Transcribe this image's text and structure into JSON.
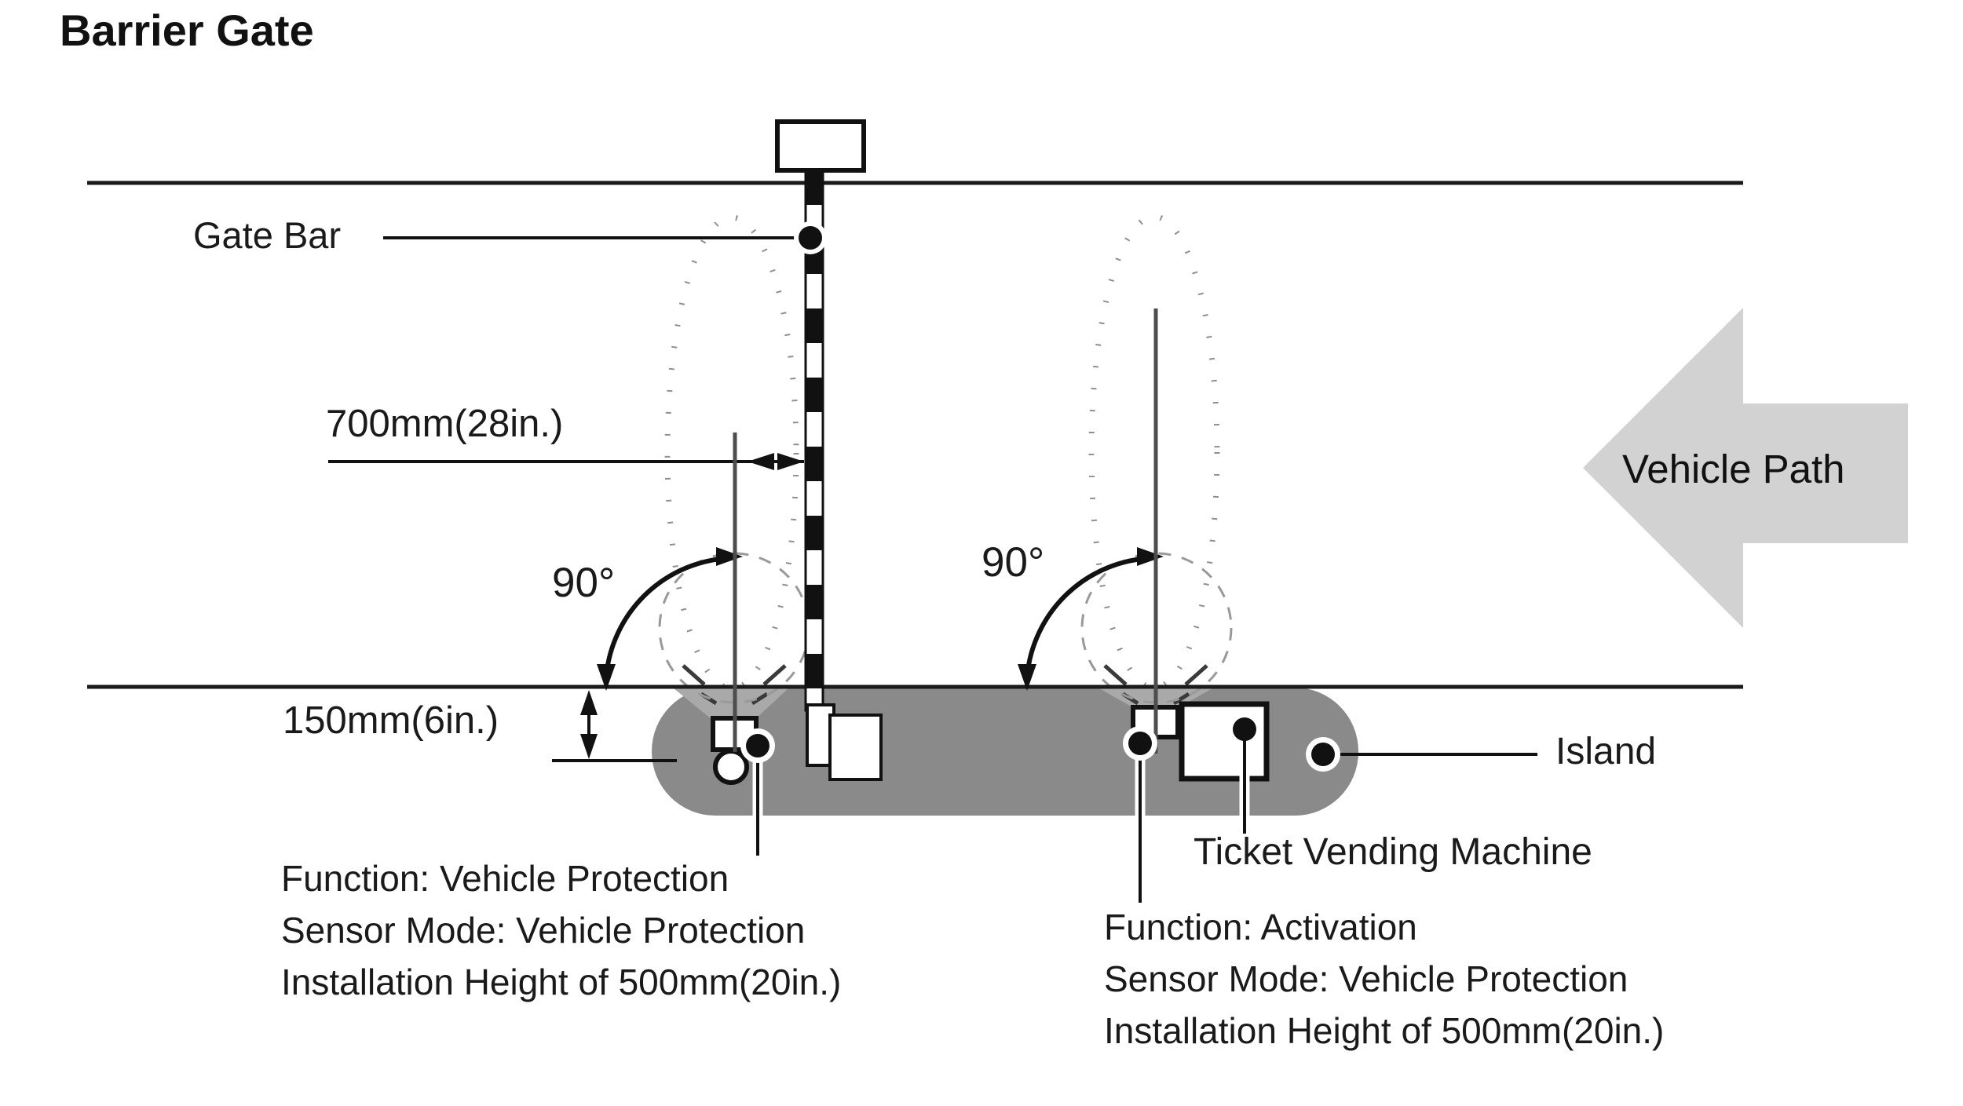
{
  "title": "Barrier Gate",
  "labels": {
    "gate_bar": "Gate Bar",
    "dim_700": "700mm(28in.)",
    "angle_left": "90°",
    "angle_right": "90°",
    "dim_150": "150mm(6in.)",
    "vehicle_path": "Vehicle Path",
    "island": "Island",
    "ticket_vending_machine": "Ticket Vending Machine"
  },
  "notes": {
    "left_sensor": [
      "Function: Vehicle Protection",
      "Sensor Mode: Vehicle Protection",
      "Installation Height of 500mm(20in.)"
    ],
    "right_sensor": [
      "Function: Activation",
      "Sensor Mode: Vehicle Protection",
      "Installation Height of 500mm(20in.)"
    ]
  },
  "colors": {
    "island_gray": "#8a8a8a",
    "sensor_fan_gray": "#a9a9a9",
    "vehicle_arrow_gray": "#d2d2d2",
    "detection_dots_gray": "#8f8f8f",
    "line_black": "#1a1a1a"
  },
  "icons": {
    "vehicle_path_arrow": "left-block-arrow",
    "detection_zone": "dotted-ellipse",
    "swing_arc": "quarter-arc-90deg"
  }
}
